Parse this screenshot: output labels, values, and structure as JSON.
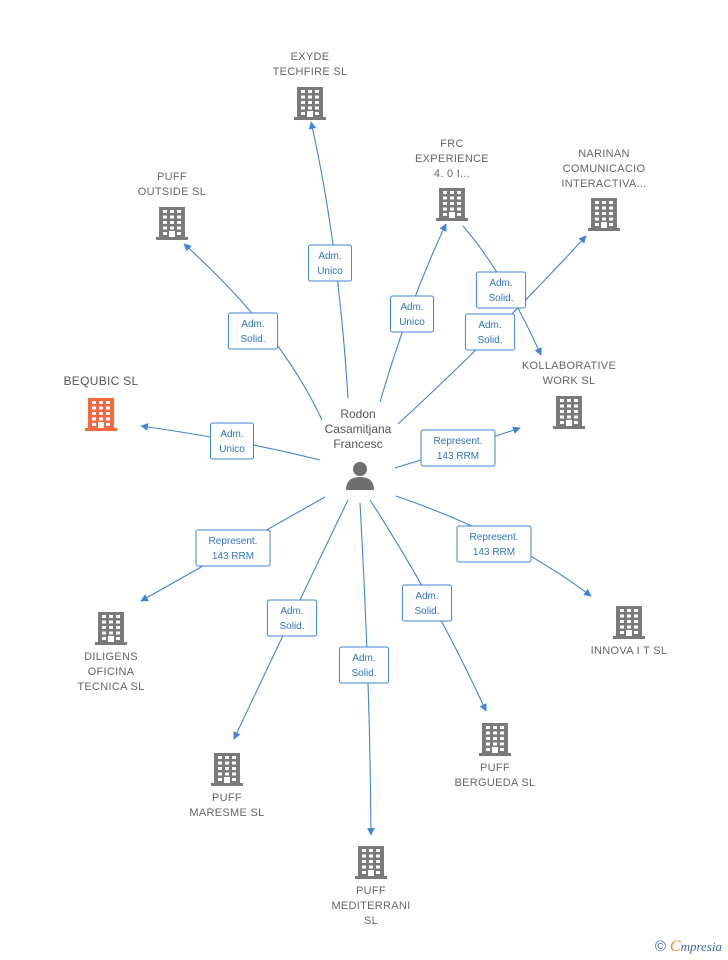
{
  "center": {
    "lines": [
      "Rodon",
      "Casamitjana",
      "Francesc"
    ],
    "icon": "person-icon"
  },
  "colors": {
    "edge": "#3f86d6",
    "company": "#7a7a7a",
    "highlight": "#f26a3d",
    "person": "#6e6e6e"
  },
  "companies": [
    {
      "id": "exyde",
      "lines": [
        "EXYDE",
        "TECHFIRE  SL"
      ],
      "icon": "building-icon",
      "highlight": false
    },
    {
      "id": "puff-outside",
      "lines": [
        "PUFF",
        "OUTSIDE  SL"
      ],
      "icon": "building-icon",
      "highlight": false
    },
    {
      "id": "frc",
      "lines": [
        "FRC",
        "EXPERIENCE",
        "4. 0 I..."
      ],
      "icon": "building-icon",
      "highlight": false
    },
    {
      "id": "narinan",
      "lines": [
        "NARINAN",
        "COMUNICACIO",
        "INTERACTIVA..."
      ],
      "icon": "building-icon",
      "highlight": false
    },
    {
      "id": "bequbic",
      "lines": [
        "BEQUBIC  SL"
      ],
      "icon": "building-icon",
      "highlight": true
    },
    {
      "id": "kollaborative",
      "lines": [
        "KOLLABORATIVE",
        "WORK  SL"
      ],
      "icon": "building-icon",
      "highlight": false
    },
    {
      "id": "diligens",
      "lines": [
        "DILIGENS",
        "OFICINA",
        "TECNICA SL"
      ],
      "icon": "building-icon",
      "highlight": false
    },
    {
      "id": "innova",
      "lines": [
        "INNOVA I T  SL"
      ],
      "icon": "building-icon",
      "highlight": false
    },
    {
      "id": "puff-maresme",
      "lines": [
        "PUFF",
        "MARESME SL"
      ],
      "icon": "building-icon",
      "highlight": false
    },
    {
      "id": "puff-bergueda",
      "lines": [
        "PUFF",
        "BERGUEDA SL"
      ],
      "icon": "building-icon",
      "highlight": false
    },
    {
      "id": "puff-mediterrani",
      "lines": [
        "PUFF",
        "MEDITERRANI",
        "SL"
      ],
      "icon": "building-icon",
      "highlight": false
    }
  ],
  "relations": [
    {
      "target": "exyde",
      "label": [
        "Adm.",
        "Unico"
      ]
    },
    {
      "target": "puff-outside",
      "label": [
        "Adm.",
        "Solid."
      ]
    },
    {
      "target": "frc",
      "label": [
        "Adm.",
        "Unico"
      ]
    },
    {
      "target": "narinan",
      "label": [
        "Adm.",
        "Solid."
      ]
    },
    {
      "target": "bequbic",
      "label": [
        "Adm.",
        "Unico"
      ]
    },
    {
      "target": "kollaborative",
      "label": [
        "Represent.",
        "143 RRM"
      ]
    },
    {
      "target": "diligens",
      "label": [
        "Represent.",
        "143 RRM"
      ]
    },
    {
      "target": "innova",
      "label": [
        "Represent.",
        "143 RRM"
      ]
    },
    {
      "target": "puff-maresme",
      "label": [
        "Adm.",
        "Solid."
      ]
    },
    {
      "target": "puff-bergueda",
      "label": [
        "Adm.",
        "Solid."
      ]
    },
    {
      "target": "puff-mediterrani",
      "label": [
        "Adm.",
        "Solid."
      ]
    },
    {
      "source": "frc",
      "target": "kollaborative",
      "label": [
        "Adm.",
        "Solid."
      ]
    }
  ],
  "footer": {
    "copyright_symbol": "©",
    "brand_first": "C",
    "brand_rest": "mpresia"
  }
}
